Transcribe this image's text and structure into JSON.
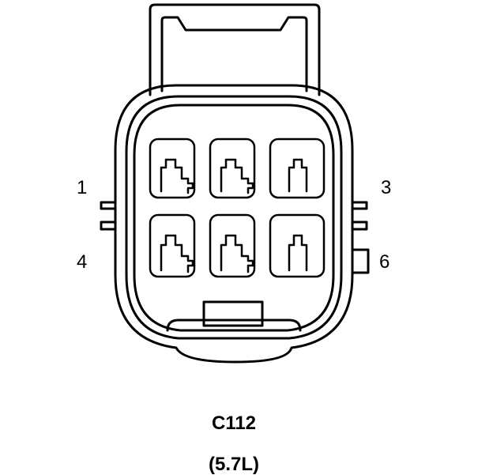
{
  "connector": {
    "id": "C112",
    "variant": "(5.7L)",
    "cavity_count": 6,
    "stroke_color": "#000000",
    "background_color": "#ffffff"
  },
  "pin_labels": {
    "pin1": "1",
    "pin3": "3",
    "pin4": "4",
    "pin6": "6"
  }
}
